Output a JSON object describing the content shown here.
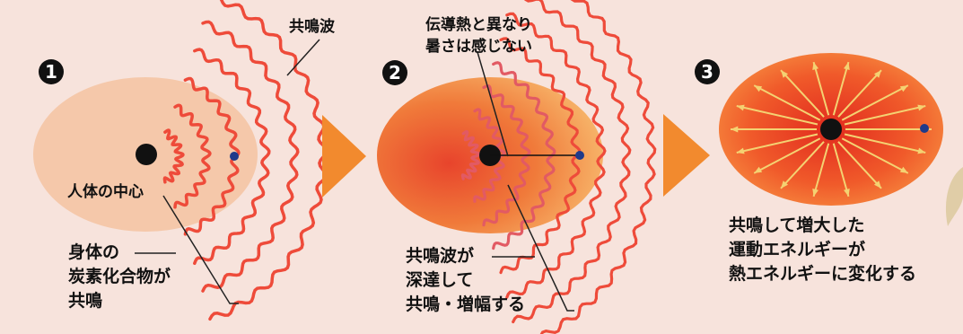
{
  "colors": {
    "background": "#f7e3dc",
    "wave": "#ee4b3a",
    "arrow_triangle": "#f28a2e",
    "radial_arrows": "#f4d272",
    "core": "#111111",
    "marker": "#1f3a8a"
  },
  "panels": [
    {
      "badge": "1",
      "center_label": "人体の中心",
      "bottom_label": [
        "身体の",
        "炭素化合物が",
        "共鳴"
      ],
      "wave_label": "共鳴波"
    },
    {
      "badge": "2",
      "top_label": [
        "伝導熱と異なり",
        "暑さは感じない"
      ],
      "bottom_label": [
        "共鳴波が",
        "深達して",
        "共鳴・増幅する"
      ]
    },
    {
      "badge": "3",
      "bottom_label": [
        "共鳴して増大した",
        "運動エネルギーが",
        "熱エネルギーに変化する"
      ]
    }
  ],
  "icons": {
    "separator": "triangle-arrow-right-icon",
    "radiation": "radial-arrows-icon"
  }
}
